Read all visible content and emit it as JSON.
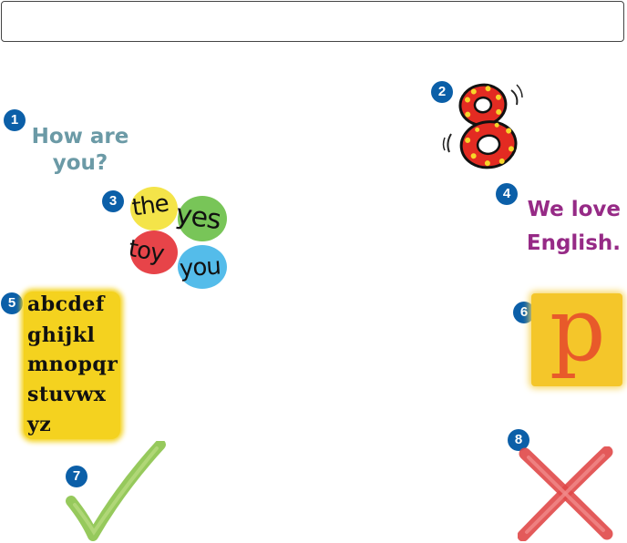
{
  "answer_input": {
    "value": ""
  },
  "items": [
    {
      "number": "1",
      "text_lines": [
        "How are",
        "you?"
      ]
    },
    {
      "number": "2",
      "image": "number-eight"
    },
    {
      "number": "3",
      "words": [
        "the",
        "yes",
        "toy",
        "you"
      ]
    },
    {
      "number": "4",
      "text_lines": [
        "We love",
        "English."
      ]
    },
    {
      "number": "5",
      "alphabet_lines": [
        "abcdef",
        "ghijkl",
        "mnopqr",
        "stuvwx",
        "yz"
      ]
    },
    {
      "number": "6",
      "letter": "p"
    },
    {
      "number": "7",
      "image": "check-mark-icon"
    },
    {
      "number": "8",
      "image": "cross-mark-icon"
    }
  ],
  "colors": {
    "badge": "#0b5fa8",
    "how_are_you": "#6b9aa6",
    "we_love_english": "#962a86",
    "check": "#8bc34a",
    "cross": "#e04848",
    "alphabet_card": "#f4d21f",
    "p_card": "#f4c62a",
    "p_letter": "#e85a2a"
  }
}
